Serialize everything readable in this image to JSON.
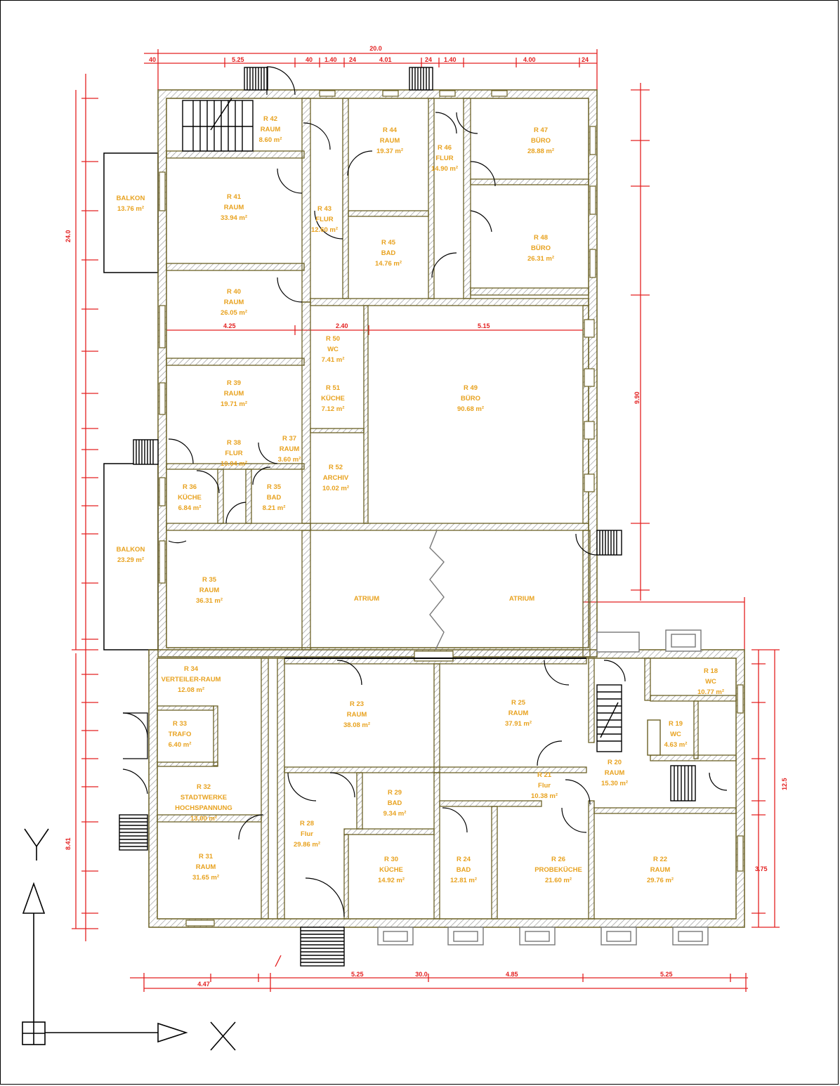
{
  "colors": {
    "wall_fill": "#ffffff",
    "wall_stroke": "#6b6125",
    "hatch": "#8c8c8c",
    "room_text": "#e8a21f",
    "dimension": "#e32020",
    "ink": "#000000"
  },
  "axes": {
    "x_label": "X",
    "y_label": "Y"
  },
  "rooms": [
    {
      "id": "r42",
      "lines": [
        "R 42",
        "RAUM",
        "8.60 m²"
      ]
    },
    {
      "id": "r44",
      "lines": [
        "R 44",
        "RAUM",
        "19.37 m²"
      ]
    },
    {
      "id": "r46",
      "lines": [
        "R 46",
        "FLUR",
        "14.90 m²"
      ]
    },
    {
      "id": "r47",
      "lines": [
        "R 47",
        "BÜRO",
        "28.88 m²"
      ]
    },
    {
      "id": "balkon1",
      "lines": [
        "BALKON",
        "13.76 m²"
      ]
    },
    {
      "id": "r41",
      "lines": [
        "R 41",
        "RAUM",
        "33.94 m²"
      ]
    },
    {
      "id": "r43",
      "lines": [
        "R 43",
        "FLUR",
        "12.60 m²"
      ]
    },
    {
      "id": "r45",
      "lines": [
        "R 45",
        "BAD",
        "14.76 m²"
      ]
    },
    {
      "id": "r48",
      "lines": [
        "R 48",
        "BÜRO",
        "26.31 m²"
      ]
    },
    {
      "id": "r40",
      "lines": [
        "R 40",
        "RAUM",
        "26.05 m²"
      ]
    },
    {
      "id": "r50",
      "lines": [
        "R 50",
        "WC",
        "7.41 m²"
      ]
    },
    {
      "id": "r39",
      "lines": [
        "R 39",
        "RAUM",
        "19.71 m²"
      ]
    },
    {
      "id": "r51",
      "lines": [
        "R 51",
        "KÜCHE",
        "7.12 m²"
      ]
    },
    {
      "id": "r49",
      "lines": [
        "R 49",
        "BÜRO",
        "90.68 m²"
      ]
    },
    {
      "id": "r38",
      "lines": [
        "R 38",
        "FLUR",
        "10.04 m²"
      ]
    },
    {
      "id": "r37",
      "lines": [
        "R 37",
        "RAUM",
        "3.60 m²"
      ]
    },
    {
      "id": "r52",
      "lines": [
        "R 52",
        "ARCHIV",
        "10.02 m²"
      ]
    },
    {
      "id": "r36",
      "lines": [
        "R 36",
        "KÜCHE",
        "6.84 m²"
      ]
    },
    {
      "id": "r35b",
      "lines": [
        "R 35",
        "BAD",
        "8.21 m²"
      ]
    },
    {
      "id": "balkon2",
      "lines": [
        "BALKON",
        "23.29 m²"
      ]
    },
    {
      "id": "r35",
      "lines": [
        "R 35",
        "RAUM",
        "36.31 m²"
      ]
    },
    {
      "id": "atrium1",
      "lines": [
        "ATRIUM"
      ]
    },
    {
      "id": "atrium2",
      "lines": [
        "ATRIUM"
      ]
    },
    {
      "id": "r34",
      "lines": [
        "R 34",
        "VERTEILER-RAUM",
        "12.08 m²"
      ]
    },
    {
      "id": "r23",
      "lines": [
        "R 23",
        "RAUM",
        "38.08 m²"
      ]
    },
    {
      "id": "r25",
      "lines": [
        "R 25",
        "RAUM",
        "37.91 m²"
      ]
    },
    {
      "id": "r18",
      "lines": [
        "R 18",
        "WC",
        "10.77 m²"
      ]
    },
    {
      "id": "r33",
      "lines": [
        "R 33",
        "TRAFO",
        "6.40 m²"
      ]
    },
    {
      "id": "r19",
      "lines": [
        "R 19",
        "WC",
        "4.63 m²"
      ]
    },
    {
      "id": "r20",
      "lines": [
        "R 20",
        "RAUM",
        "15.30 m²"
      ]
    },
    {
      "id": "r32",
      "lines": [
        "R 32",
        "STADTWERKE",
        "HOCHSPANNUNG",
        "13.00 m²"
      ]
    },
    {
      "id": "r29",
      "lines": [
        "R 29",
        "BAD",
        "9.34 m²"
      ]
    },
    {
      "id": "r21",
      "lines": [
        "R 21",
        "Flur",
        "10.38 m²"
      ]
    },
    {
      "id": "r28",
      "lines": [
        "R 28",
        "Flur",
        "29.86 m²"
      ]
    },
    {
      "id": "r31",
      "lines": [
        "R 31",
        "RAUM",
        "31.65 m²"
      ]
    },
    {
      "id": "r30",
      "lines": [
        "R 30",
        "KÜCHE",
        "14.92 m²"
      ]
    },
    {
      "id": "r24",
      "lines": [
        "R 24",
        "BAD",
        "12.81 m²"
      ]
    },
    {
      "id": "r26",
      "lines": [
        "R 26",
        "PROBEKÜCHE",
        "21.60 m²"
      ]
    },
    {
      "id": "r22",
      "lines": [
        "R 22",
        "RAUM",
        "29.76 m²"
      ]
    }
  ]
}
